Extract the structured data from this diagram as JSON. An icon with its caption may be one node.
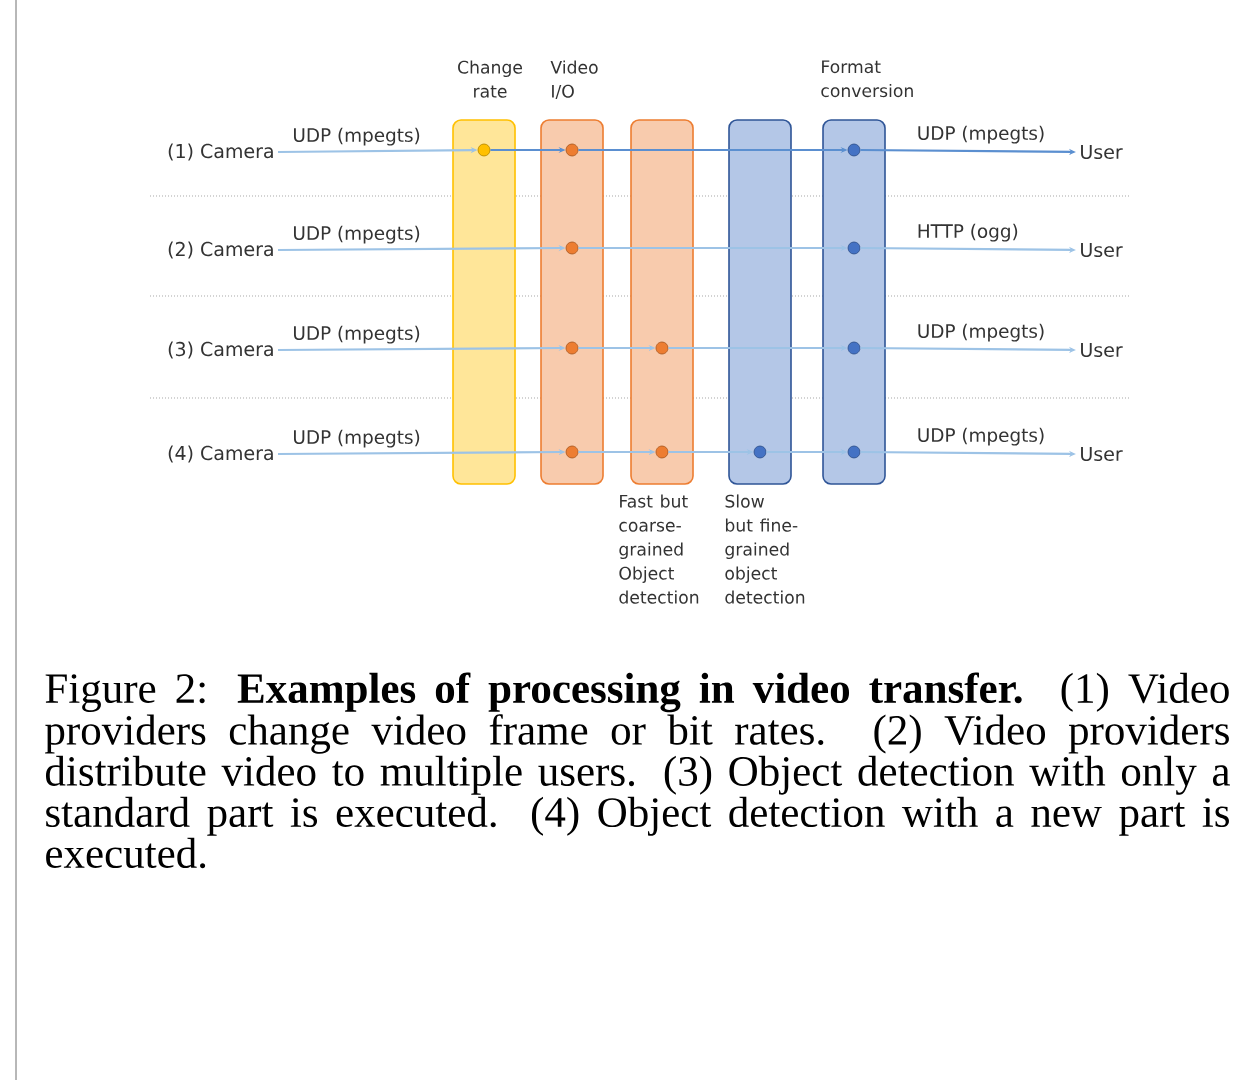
{
  "diagram": {
    "caption": "Figure 2: **Examples of processing in video transfer.** (1) Video providers change video frame or bit rates. (2) Video providers distribute video to multiple users. (3) Object detection with only a standard part is executed. (4) Object detection with a new part is executed.",
    "nodes": [
      {
        "text": [
          "Change rate"
        ]
      },
      {
        "text": [
          "Video I/O"
        ]
      },
      {
        "text": [
          "Fast but coarse-grained Object detection"
        ]
      },
      {
        "text": [
          "Slow but fine-grained object detection"
        ]
      },
      {
        "text": [
          "Format conversion"
        ]
      },
      {
        "text": [
          "(1) Camera"
        ]
      },
      {
        "text": [
          "(2) Camera"
        ]
      },
      {
        "text": [
          "(3) Camera"
        ]
      },
      {
        "text": [
          "(4) Camera"
        ]
      },
      {
        "text": [
          "User"
        ]
      },
      {
        "text": [
          "User"
        ]
      },
      {
        "text": [
          "User"
        ]
      },
      {
        "text": [
          "User"
        ]
      },
      {
        "text": [],
        "shape": "circle",
        "in": 0
      },
      {
        "text": [],
        "shape": "circle",
        "in": 1
      },
      {
        "text": [],
        "shape": "circle",
        "in": 4
      },
      {
        "text": [],
        "shape": "circle",
        "in": 1
      },
      {
        "text": [],
        "shape": "circle",
        "in": 4
      },
      {
        "text": [],
        "shape": "circle",
        "in": 1
      },
      {
        "text": [],
        "shape": "circle",
        "in": 2
      },
      {
        "text": [],
        "shape": "circle",
        "in": 4
      },
      {
        "text": [],
        "shape": "circle",
        "in": 1
      },
      {
        "text": [],
        "shape": "circle",
        "in": 2
      },
      {
        "text": [],
        "shape": "circle",
        "in": 3
      },
      {
        "text": [],
        "shape": "circle",
        "in": 4
      }
    ],
    "edges": [
      {
        "from": 5,
        "to": 13,
        "arrow": "to",
        "label": "UDP (mpegts)"
      },
      {
        "from": 13,
        "to": 14,
        "arrow": "to",
        "color": "#5b8fd0"
      },
      {
        "from": 14,
        "to": 15,
        "arrow": "to",
        "color": "#5b8fd0"
      },
      {
        "from": 15,
        "to": 9,
        "arrow": "to",
        "label": "UDP (mpegts)",
        "color": "#5b8fd0"
      },
      {
        "from": 6,
        "to": 16,
        "arrow": "to",
        "label": "UDP (mpegts)"
      },
      {
        "from": 16,
        "to": 17,
        "arrow": "to"
      },
      {
        "from": 17,
        "to": 10,
        "arrow": "to",
        "label": "HTTP (ogg)"
      },
      {
        "from": 7,
        "to": 18,
        "arrow": "to",
        "label": "UDP (mpegts)"
      },
      {
        "from": 18,
        "to": 19,
        "arrow": "to"
      },
      {
        "from": 19,
        "to": 20,
        "arrow": "to"
      },
      {
        "from": 20,
        "to": 11,
        "arrow": "to",
        "label": "UDP (mpegts)"
      },
      {
        "from": 8,
        "to": 21,
        "arrow": "to",
        "label": "UDP (mpegts)"
      },
      {
        "from": 21,
        "to": 22,
        "arrow": "to"
      },
      {
        "from": 22,
        "to": 23,
        "arrow": "to"
      },
      {
        "from": 23,
        "to": 24,
        "arrow": "to"
      },
      {
        "from": 24,
        "to": 12,
        "arrow": "to",
        "label": "UDP (mpegts)"
      }
    ]
  }
}
